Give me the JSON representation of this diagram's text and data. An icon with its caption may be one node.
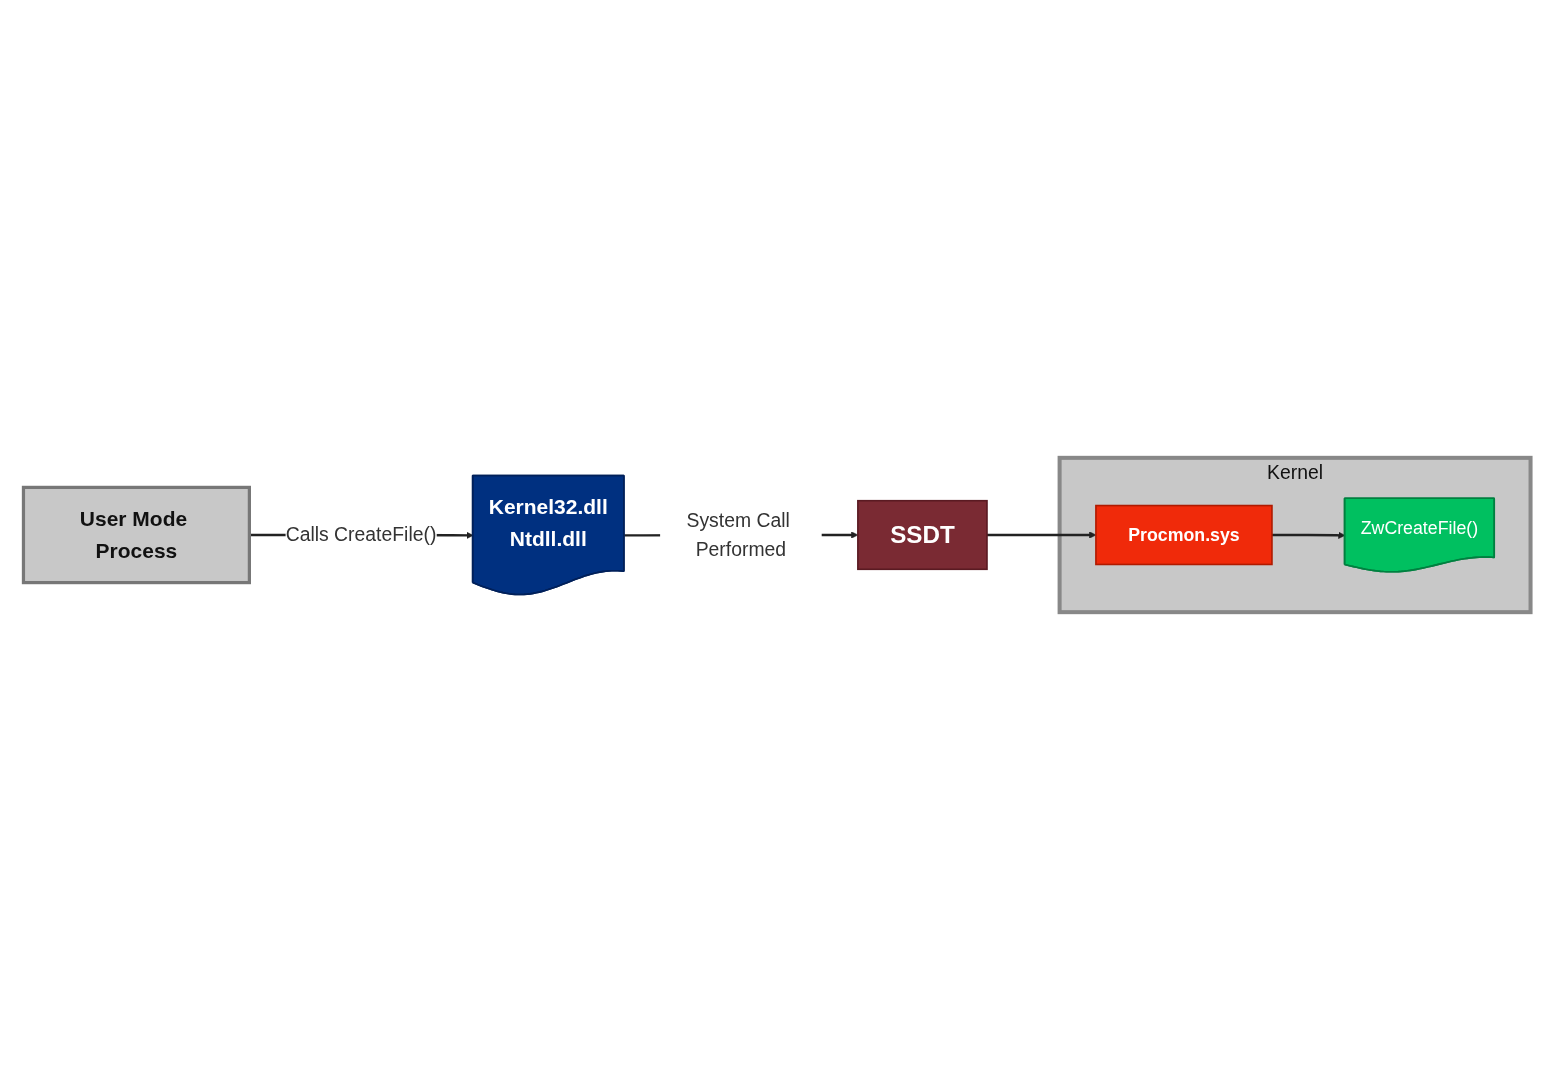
{
  "diagram": {
    "nodes": [
      {
        "text": [
          "User Mode Process"
        ]
      },
      {
        "text": [
          "Kernel32.dll",
          "Ntdll.dll"
        ]
      },
      {
        "text": [
          "SSDT"
        ]
      },
      {
        "text": [
          "Kernel"
        ]
      },
      {
        "text": [
          "Procmon.sys"
        ],
        "in": 3
      },
      {
        "text": [
          "ZwCreateFile()"
        ],
        "in": 3
      }
    ],
    "edges": [
      {
        "from": 0,
        "to": 1,
        "arrow": "to",
        "label": "Calls CreateFile()"
      },
      {
        "from": 1,
        "to": 2,
        "arrow": "to",
        "label": "System Call Performed"
      },
      {
        "from": 2,
        "to": 4,
        "arrow": "to"
      },
      {
        "from": 4,
        "to": 5,
        "arrow": "to"
      }
    ]
  }
}
